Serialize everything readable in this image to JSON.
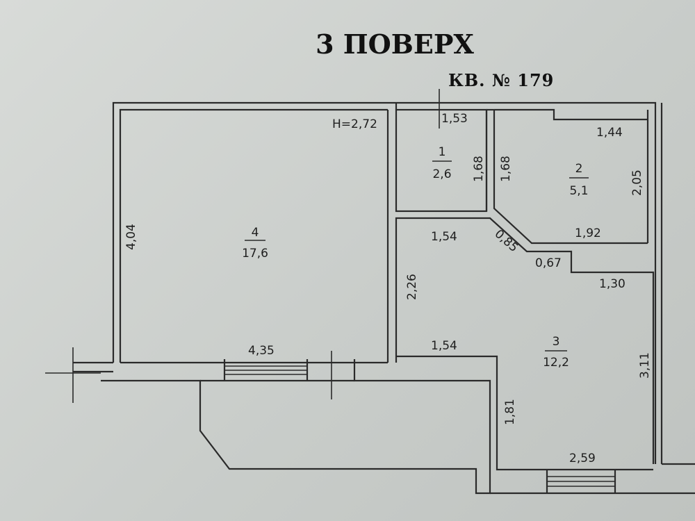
{
  "plan": {
    "floor_title": "3 ПОВЕРХ",
    "apartment_label": "КВ. № 179",
    "ceiling_height": "Н=2,72",
    "rooms": [
      {
        "number": "1",
        "area": "2,6"
      },
      {
        "number": "2",
        "area": "5,1"
      },
      {
        "number": "3",
        "area": "12,2"
      },
      {
        "number": "4",
        "area": "17,6"
      }
    ],
    "dimensions": {
      "room1_top": "1,53",
      "room1_right": "1,68",
      "room2_left": "1,68",
      "room2_top": "1,44",
      "room2_right": "2,05",
      "room2_bottom": "1,92",
      "corridor_top": "1,54",
      "diagonal": "0,85",
      "step": "0,67",
      "room3_top": "1,30",
      "corridor_left": "2,26",
      "corridor_bottom": "1,54",
      "room3_right": "3,11",
      "room3_left": "1,81",
      "room3_bottom": "2,59",
      "room4_left": "4,04",
      "room4_bottom": "4,35"
    }
  }
}
